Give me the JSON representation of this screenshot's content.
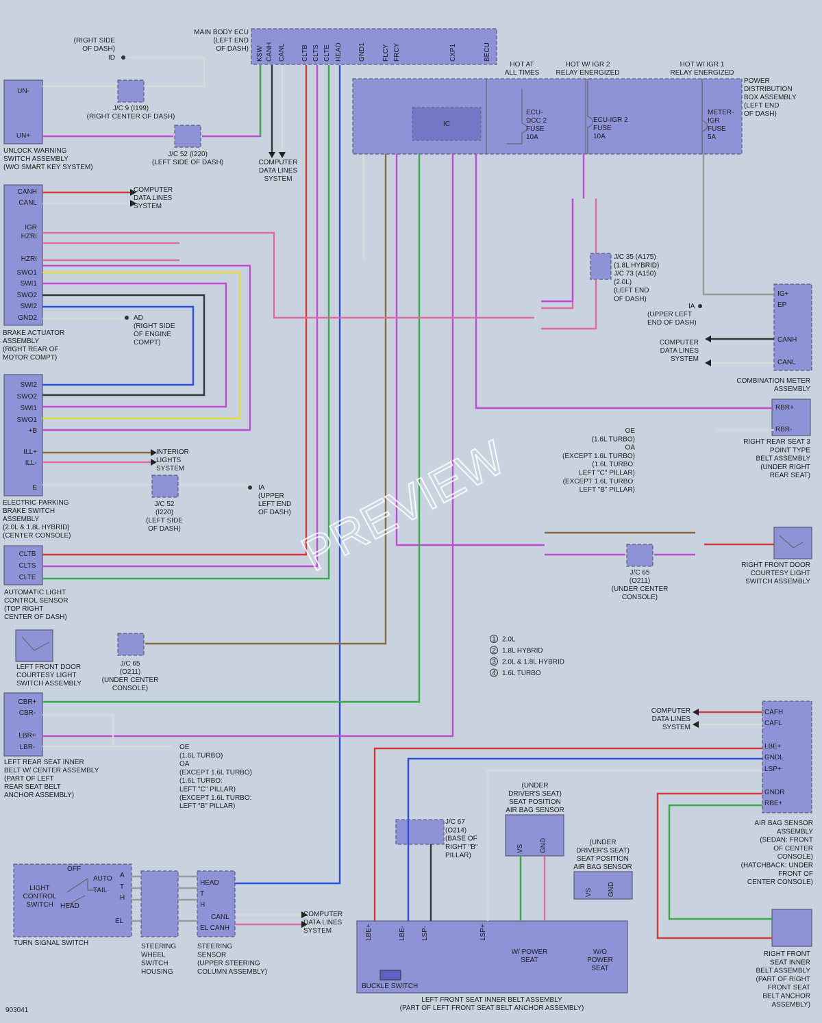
{
  "colors": {
    "red": "#d03a3a",
    "vio": "#c14bd0",
    "grn": "#3aa94a",
    "blu": "#2a4fd8",
    "yel": "#e4dc3a",
    "gry": "#9a9a9a",
    "brn": "#8a6a3a",
    "pnk": "#e06aa0",
    "blk": "#333333",
    "wht": "#d9d9d9",
    "box": "#8e92d6",
    "bg": "#c8d3df"
  },
  "watermark": "PREVIEW",
  "figure_id": "903041",
  "ecu": {
    "title": [
      "MAIN BODY ECU",
      "(LEFT END",
      "OF DASH)"
    ],
    "pins": [
      "KSW",
      "CANH",
      "CANL",
      "CLTB",
      "CLTS",
      "CLTE",
      "HEAD",
      "GND1",
      "FLCY",
      "FRCY",
      "CXP1",
      "BECU"
    ]
  },
  "pdb": {
    "title": [
      "POWER",
      "DISTRIBUTION",
      "BOX ASSEMBLY",
      "(LEFT END",
      "OF DASH)"
    ],
    "hot1": [
      "HOT AT",
      "ALL TIMES"
    ],
    "hot2": [
      "HOT W/ IGR 2",
      "RELAY ENERGIZED"
    ],
    "hot3": [
      "HOT W/ IGR 1",
      "RELAY ENERGIZED"
    ],
    "ic": "IC",
    "fuse1": [
      "ECU-",
      "DCC 2",
      "FUSE",
      "10A"
    ],
    "fuse2": [
      "ECU-IGR 2",
      "FUSE",
      "10A"
    ],
    "fuse3": [
      "METER-",
      "IGR",
      "FUSE",
      "5A"
    ]
  },
  "unlock": {
    "pins": [
      "UN-",
      "UN+"
    ],
    "title": [
      "UNLOCK WARNING",
      "SWITCH ASSEMBLY",
      "(W/O SMART KEY SYSTEM)"
    ]
  },
  "jc9": {
    "title": [
      "J/C 9 (I199)",
      "(RIGHT CENTER OF DASH)"
    ]
  },
  "jc52a": {
    "title": [
      "J/C 52 (I220)",
      "(LEFT SIDE OF DASH)"
    ]
  },
  "gnd_id": {
    "title": [
      "(RIGHT SIDE",
      "OF DASH)"
    ],
    "code": "ID"
  },
  "cdl": {
    "label": [
      "COMPUTER",
      "DATA LINES",
      "SYSTEM"
    ]
  },
  "brake": {
    "pins": [
      "CANH",
      "CANL",
      "IGR",
      "HZRI",
      "HZRI",
      "SWO1",
      "SWI1",
      "SWO2",
      "SWI2",
      "GND2"
    ],
    "title": [
      "BRAKE ACTUATOR",
      "ASSEMBLY",
      "(RIGHT REAR OF",
      "MOTOR COMPT)"
    ]
  },
  "epb": {
    "pins": [
      "SWI2",
      "SWO2",
      "SWI1",
      "SWO1",
      "+B",
      "ILL+",
      "ILL-",
      "E"
    ],
    "title": [
      "ELECTRIC PARKING",
      "BRAKE SWITCH",
      "ASSEMBLY",
      "(2.0L & 1.8L HYBRID)",
      "(CENTER CONSOLE)"
    ]
  },
  "ad": {
    "code": "AD",
    "title": [
      "(RIGHT SIDE",
      "OF ENGINE",
      "COMPT)"
    ]
  },
  "ia": {
    "code": "IA",
    "title": [
      "(UPPER",
      "LEFT END",
      "OF DASH)"
    ]
  },
  "interior": {
    "label": [
      "INTERIOR",
      "LIGHTS",
      "SYSTEM"
    ]
  },
  "jc52b": {
    "title": [
      "J/C 52",
      "(I220)",
      "(LEFT SIDE",
      "OF DASH)"
    ]
  },
  "als": {
    "pins": [
      "CLTB",
      "CLTS",
      "CLTE"
    ],
    "title": [
      "AUTOMATIC LIGHT",
      "CONTROL SENSOR",
      "(TOP RIGHT",
      "CENTER OF DASH)"
    ]
  },
  "lfd": {
    "title": [
      "LEFT FRONT DOOR",
      "COURTESY LIGHT",
      "SWITCH ASSEMBLY"
    ]
  },
  "jc65a": {
    "title": [
      "J/C 65",
      "(O211)",
      "(UNDER CENTER",
      "CONSOLE)"
    ]
  },
  "lrs": {
    "pins": [
      "CBR+",
      "CBR-",
      "LBR+",
      "LBR-"
    ],
    "title": [
      "LEFT REAR SEAT INNER",
      "BELT W/ CENTER ASSEMBLY",
      "(PART OF LEFT",
      "REAR SEAT BELT",
      "ANCHOR ASSEMBLY)"
    ]
  },
  "oe_left": {
    "lines": [
      "OE",
      "(1.6L TURBO)",
      "OA",
      "(EXCEPT 1.6L TURBO)",
      "(1.6L TURBO:",
      "LEFT \"C\" PILLAR)",
      "(EXCEPT 1.6L TURBO:",
      "LEFT \"B\" PILLAR)"
    ]
  },
  "oe_right": {
    "lines": [
      "OE",
      "(1.6L TURBO)",
      "OA",
      "(EXCEPT 1.6L TURBO)",
      "(1.6L TURBO:",
      "LEFT \"C\" PILLAR)",
      "(EXCEPT 1.6L TURBO:",
      "LEFT \"B\" PILLAR)"
    ]
  },
  "meter": {
    "pins": [
      "IG+",
      "EP",
      "CANH",
      "CANL"
    ],
    "title": [
      "COMBINATION METER",
      "ASSEMBLY"
    ],
    "ia": [
      "IA",
      "(UPPER LEFT",
      "END OF DASH)"
    ]
  },
  "jc35": {
    "title": [
      "J/C 35 (A175)",
      "(1.8L HYBRID)",
      "J/C 73 (A150)",
      "(2.0L)",
      "(LEFT END",
      "OF DASH)"
    ]
  },
  "rrs": {
    "pins": [
      "RBR+",
      "RBR-"
    ],
    "title": [
      "RIGHT REAR SEAT 3",
      "POINT TYPE",
      "BELT ASSEMBLY",
      "(UNDER RIGHT",
      "REAR SEAT)"
    ]
  },
  "rfd": {
    "title": [
      "RIGHT FRONT DOOR",
      "COURTESY LIGHT",
      "SWITCH ASSEMBLY"
    ]
  },
  "jc65b": {
    "title": [
      "J/C 65",
      "(O211)",
      "(UNDER CENTER",
      "CONSOLE)"
    ]
  },
  "legend": [
    "2.0L",
    "1.8L HYBRID",
    "2.0L & 1.8L HYBRID",
    "1.6L TURBO"
  ],
  "airbag": {
    "pins": [
      "CAFH",
      "CAFL",
      "LBE+",
      "GNDL",
      "LSP+",
      "GNDR",
      "RBE+"
    ],
    "title": [
      "AIR BAG SENSOR",
      "ASSEMBLY",
      "(SEDAN: FRONT",
      "OF CENTER",
      "CONSOLE)",
      "(HATCHBACK: UNDER",
      "FRONT OF",
      "CENTER CONSOLE)"
    ]
  },
  "rfs": {
    "title": [
      "RIGHT FRONT",
      "SEAT INNER",
      "BELT ASSEMBLY",
      "(PART OF RIGHT",
      "FRONT SEAT",
      "BELT ANCHOR",
      "ASSEMBLY)"
    ]
  },
  "jc67": {
    "title": [
      "J/C 67",
      "(O214)",
      "(BASE OF",
      "RIGHT \"B\"",
      "PILLAR)"
    ]
  },
  "seatpos1": {
    "title": [
      "(UNDER",
      "DRIVER'S SEAT)",
      "SEAT POSITION",
      "AIR BAG SENSOR"
    ],
    "pins": [
      "VS",
      "GND"
    ]
  },
  "seatpos2": {
    "title": [
      "(UNDER",
      "DRIVER'S SEAT)",
      "SEAT POSITION",
      "AIR BAG SENSOR"
    ],
    "pins": [
      "VS",
      "GND"
    ]
  },
  "lfs": {
    "pins": [
      "LBE+",
      "LBE-",
      "LSP-",
      "LSP+"
    ],
    "buckle": "BUCKLE SWITCH",
    "wp": [
      "W/ POWER",
      "SEAT"
    ],
    "wop": [
      "W/O",
      "POWER",
      "SEAT"
    ],
    "title": [
      "LEFT FRONT SEAT INNER BELT ASSEMBLY",
      "(PART OF LEFT FRONT SEAT BELT ANCHOR ASSEMBLY)"
    ]
  },
  "turn": {
    "title": "TURN SIGNAL SWITCH",
    "inner": [
      "LIGHT",
      "CONTROL",
      "SWITCH"
    ],
    "off": "OFF",
    "auto": "AUTO",
    "tail": "TAIL",
    "head": "HEAD",
    "el": "EL",
    "a": "A",
    "t": "T",
    "h": "H"
  },
  "steer_wire": {
    "title": [
      "STEERING",
      "WHEEL",
      "SWITCH",
      "HOUSING"
    ]
  },
  "steer_sensor": {
    "pins": [
      "HEAD",
      "T",
      "H",
      "CANL",
      "EL CANH"
    ],
    "title": [
      "STEERING",
      "SENSOR",
      "(UPPER STEERING",
      "COLUMN ASSEMBLY)"
    ]
  }
}
